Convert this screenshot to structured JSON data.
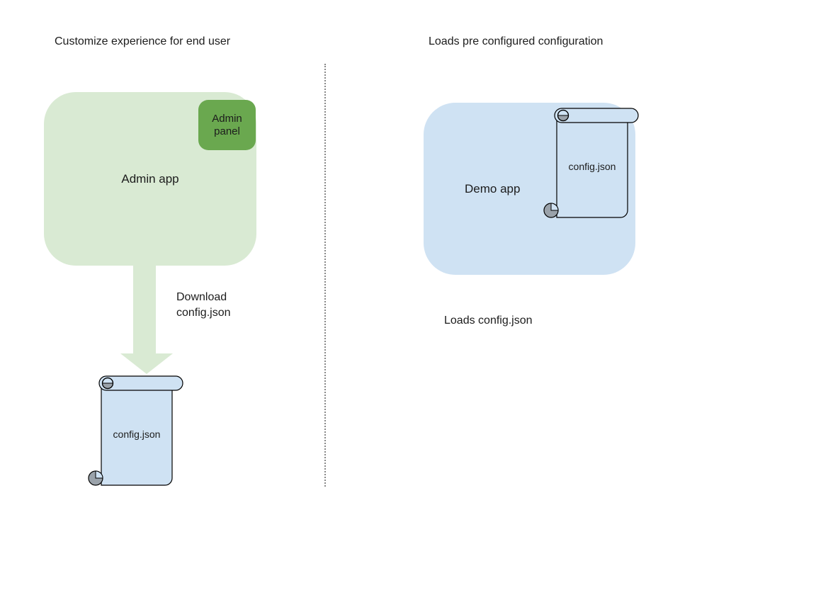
{
  "diagram": {
    "left": {
      "title": "Customize experience for end user",
      "admin_app_label": "Admin app",
      "admin_panel_label": "Admin panel",
      "download_caption_line1": "Download",
      "download_caption_line2": "config.json",
      "config_file_label": "config.json"
    },
    "right": {
      "title": "Loads pre configured configuration",
      "demo_app_label": "Demo app",
      "config_file_label": "config.json",
      "caption": "Loads config.json"
    }
  },
  "colors": {
    "light_green": "#d9ead3",
    "green": "#6aa84f",
    "light_blue": "#cfe2f3",
    "scroll_curl_gray": "#9aa2aa",
    "outline_black": "#000000",
    "divider_gray": "#888888",
    "text_dark": "#1c1c1c",
    "background": "#ffffff"
  }
}
